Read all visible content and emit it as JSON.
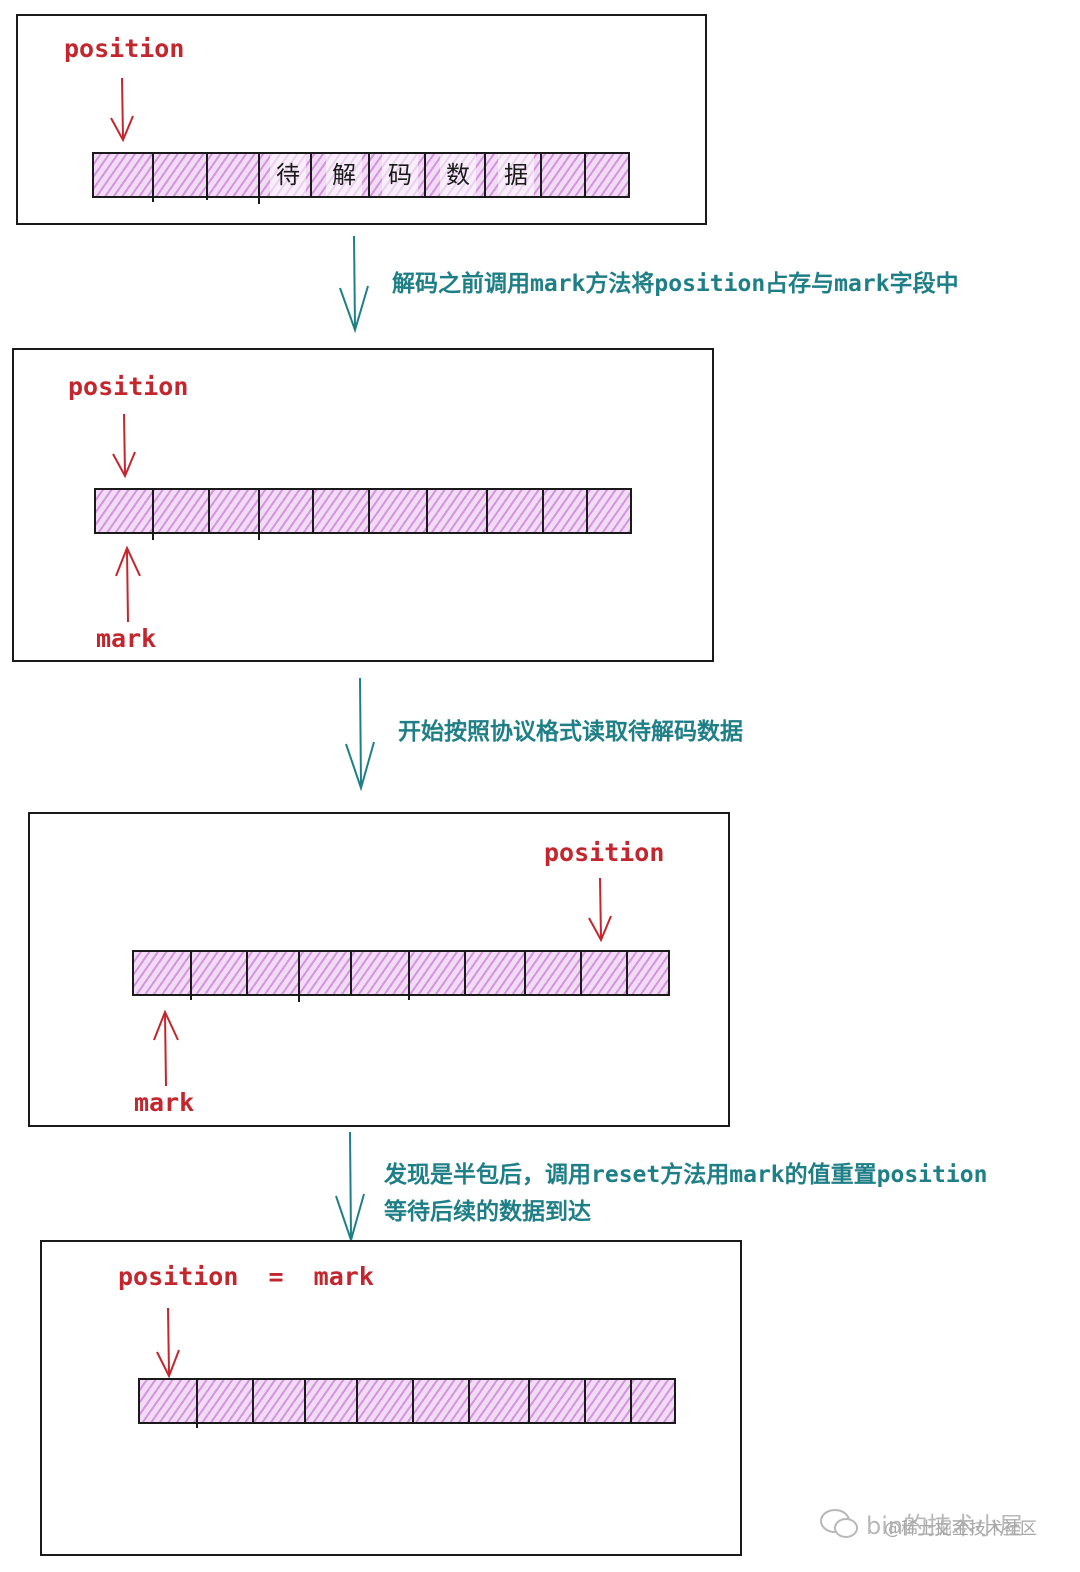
{
  "labels": {
    "position": "position",
    "mark": "mark",
    "position_eq_mark": "position  =  mark"
  },
  "panel1": {
    "cells": [
      "",
      "",
      "",
      "待",
      "解",
      "码",
      "数",
      "据",
      "",
      ""
    ]
  },
  "steps": {
    "step1": {
      "pre": "解码之前调用",
      "m1": "mark",
      "mid": "方法将",
      "m2": "position",
      "post": "占存与",
      "m3": "mark",
      "end": "字段中"
    },
    "step2": "开始按照协议格式读取待解码数据",
    "step3_line1": {
      "pre": "发现是半包后，调用",
      "m1": "reset",
      "mid": "方法用",
      "m2": "mark",
      "post": "的值重置",
      "m3": "position"
    },
    "step3_line2": "等待后续的数据到达"
  },
  "watermark": "bin的技术小屋",
  "watermark_overlay": "@稀土掘金技术社区",
  "colors": {
    "label_red": "#c4262e",
    "step_teal": "#1f7f86",
    "cell_fill": "#f1dbf5",
    "hatch": "#be5acd"
  },
  "icons": {
    "watermark": "wechat-icon",
    "pointer": "hand-drawn-arrow-icon"
  }
}
